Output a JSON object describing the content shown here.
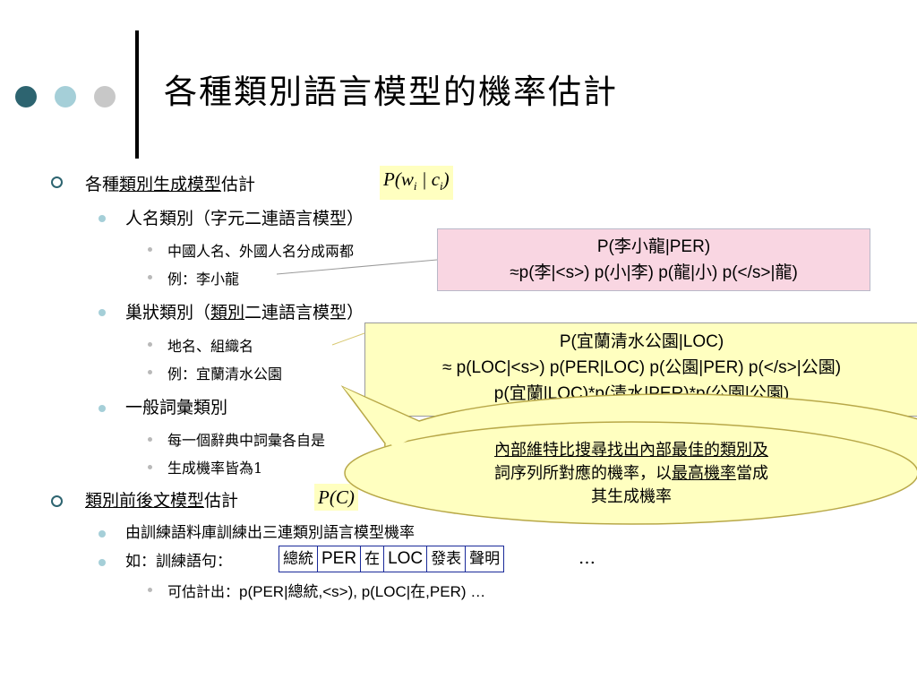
{
  "slide": {
    "title": "各種類別語言模型的機率估計",
    "colors": {
      "dot1": "#2d6470",
      "dot2": "#a5cfd8",
      "dot3": "#c8c8c8",
      "box_pink": "#f9d6e2",
      "box_yellow": "#ffffc0"
    }
  },
  "bullets": {
    "b1_pre": "各種",
    "b1_u": "類別生成模型",
    "b1_post": "估計",
    "b1_formula": "P(w_i | c_i)",
    "b1_1": "人名類別（字元二連語言模型）",
    "b1_1_1": "中國人名、外國人名分成兩都",
    "b1_1_2": "例：李小龍",
    "b1_2_pre": "巢狀類別（",
    "b1_2_u": "類別",
    "b1_2_post": "二連語言模型）",
    "b1_2_1": "地名、組織名",
    "b1_2_2": "例：宜蘭清水公園",
    "b1_3": "一般詞彙類別",
    "b1_3_1": "每一個辭典中詞彙各自是",
    "b1_3_2": "生成機率皆為1",
    "b2_u": "類別前後文模型",
    "b2_post": "估計",
    "b2_formula": "P(C)",
    "b2_1": "由訓練語料庫訓練出三連類別語言模型機率",
    "b2_2_label": "如：訓練語句：",
    "b2_2_tokens": [
      "總統",
      "PER",
      "在",
      "LOC",
      "發表",
      "聲明"
    ],
    "b2_2_tail": "…",
    "b2_2_1_pre": "可估計出：",
    "b2_2_1_formula": "p(PER|總統,<s>), p(LOC|在,PER) …"
  },
  "pink_box": {
    "line1": "P(李小龍|PER)",
    "line2": "≈p(李|<s>) p(小|李) p(龍|小) p(</s>|龍)"
  },
  "yellow_box": {
    "line1": "P(宜蘭清水公園|LOC)",
    "line2": "≈ p(LOC|<s>) p(PER|LOC) p(公園|PER) p(</s>|公園)",
    "line3": "p(宜蘭|LOC)*p(清水|PER)*p(公園|公園)"
  },
  "callout": {
    "line1": "內部維特比搜尋找出內部最佳的類別及",
    "line2_pre": "詞序列所對應的機率，以",
    "line2_u": "最高機率",
    "line2_post": "當成",
    "line3": "其生成機率"
  }
}
